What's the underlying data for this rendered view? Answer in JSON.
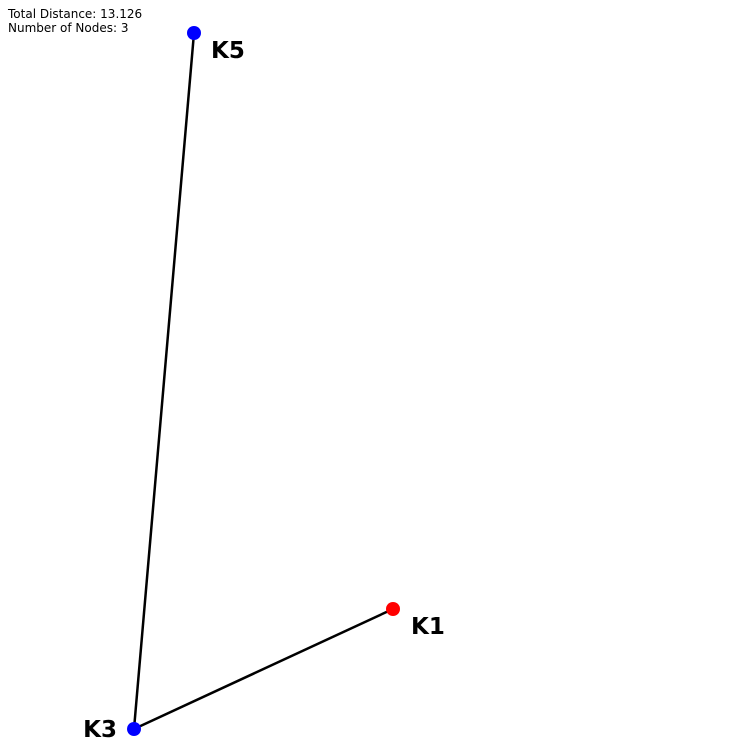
{
  "stats": {
    "total_distance": "Total Distance: 13.126",
    "number_of_nodes": "Number of Nodes: 3"
  },
  "colors": {
    "start_node": "#ff0000",
    "node": "#0000ff",
    "edge": "#000000"
  },
  "graph": {
    "nodes": [
      {
        "id": "K1",
        "label": "K1",
        "role": "start"
      },
      {
        "id": "K3",
        "label": "K3",
        "role": "node"
      },
      {
        "id": "K5",
        "label": "K5",
        "role": "node"
      }
    ],
    "edges": [
      {
        "from": "K1",
        "to": "K3"
      },
      {
        "from": "K3",
        "to": "K5"
      }
    ]
  }
}
